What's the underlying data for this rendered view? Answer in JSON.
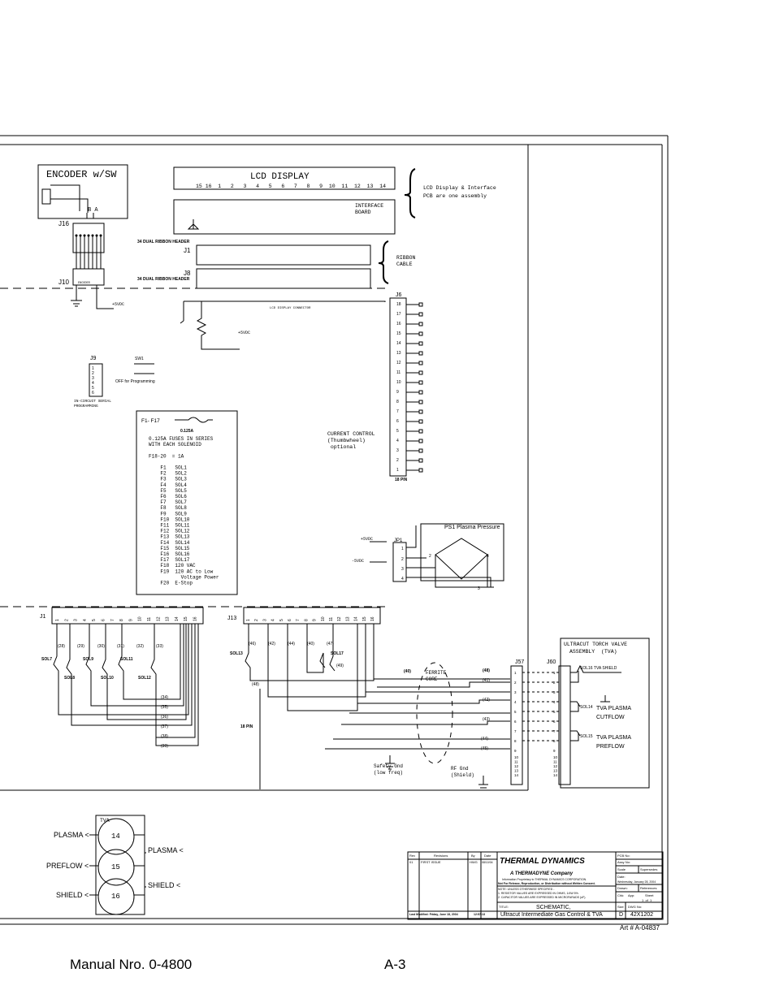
{
  "encoder": {
    "title": "ENCODER w/SW",
    "pins": "B A",
    "j16": "J16",
    "j10": "J10",
    "sublabel": "ENCODER",
    "supply": "+5VDC"
  },
  "lcd": {
    "title": "LCD DISPLAY",
    "pin_row": "15 16  1   2   3   4   5   6   7   8   9  10  11  12  13  14",
    "interface": [
      "INTERFACE",
      "BOARD"
    ],
    "note": [
      "LCD Display & Interface",
      "PCB are one assembly"
    ],
    "ribbon": [
      "RIBBON",
      "CABLE"
    ],
    "header1": "34 DUAL RIBBON HEADER",
    "header2": "34 DUAL RIBBON HEADER",
    "j1": "J1",
    "j8": "J8",
    "connector": "LCD DISPLAY CONNECTOR",
    "supply": "+5VDC"
  },
  "j9": {
    "label": "J9",
    "pins": [
      "1",
      "2",
      "3",
      "4",
      "5",
      "6"
    ],
    "note": [
      "IN-CIRCUIT SERIAL",
      "PROGRAMMING"
    ]
  },
  "sw1": {
    "label": "SW1",
    "note": "OFF for Programming"
  },
  "fuses": {
    "title": "F1- F17",
    "rating": "0.125A",
    "lines": [
      "0.125A FUSES IN SERIES",
      "WITH EACH SOLENOID",
      "",
      "F18-20  = 1A",
      "",
      "    F1   SOL1",
      "    F2   SOL2",
      "    F3   SOL3",
      "    F4   SOL4",
      "    F5   SOL5",
      "    F6   SOL6",
      "    F7   SOL7",
      "    F8   SOL8",
      "    F9   SOL9",
      "    F10  SOL10",
      "    F11  SOL11",
      "    F12  SOL12",
      "    F13  SOL13",
      "    F14  SOL14",
      "    F15  SOL15",
      "    F16  SOL16",
      "    F17  SOL17",
      "    F18  120 VAC",
      "    F19  120 AC to Low",
      "           Voltage Power",
      "    F20  E-Stop"
    ]
  },
  "current_control": [
    "CURRENT CONTROL",
    "(Thumbwheel)",
    " optional"
  ],
  "j6": {
    "label": "J6",
    "pins": [
      "18",
      "17",
      "16",
      "15",
      "14",
      "13",
      "12",
      "11",
      "10",
      "9",
      "8",
      "7",
      "6",
      "5",
      "4",
      "3",
      "2",
      "1"
    ],
    "note": "18 PIN"
  },
  "ps1": {
    "label": "PS1  Plasma Pressure",
    "jp1": "JP1",
    "pins": [
      "1",
      "2",
      "3",
      "4"
    ],
    "plus": "+5VDC",
    "minus": "-5VDC",
    "bridge_pins": [
      "2",
      "4",
      "3"
    ]
  },
  "j1_bottom": {
    "label": "J1",
    "pins": [
      "1",
      "2",
      "3",
      "4",
      "5",
      "6",
      "7",
      "8",
      "9",
      "10",
      "11",
      "12",
      "13",
      "14",
      "15",
      "16"
    ]
  },
  "j13": {
    "label": "J13",
    "pins": [
      "1",
      "2",
      "3",
      "4",
      "5",
      "6",
      "7",
      "8",
      "9",
      "10",
      "11",
      "12",
      "13",
      "14",
      "15",
      "16"
    ],
    "note": "18 PIN"
  },
  "solenoids": [
    "SOL7",
    "SOL8",
    "SOL9",
    "SOL10",
    "SOL11",
    "SOL12",
    "SOL13",
    "SOL17"
  ],
  "wires_top": [
    "(28)",
    "(29)",
    "(30)",
    "(31)",
    "(32)",
    "(33)"
  ],
  "wires_j13": [
    "(46)",
    "(42)",
    "(44)",
    "(40)",
    "(47)"
  ],
  "wires_misc": [
    "(49)",
    "(48)"
  ],
  "wires_bottom": [
    "(34)",
    "(35)",
    "(36)",
    "(37)",
    "(38)",
    "(39)"
  ],
  "j57": {
    "label": "J57",
    "pins": [
      "1",
      "2",
      "3",
      "4",
      "5",
      "6",
      "7",
      "8",
      "9",
      "10",
      "11",
      "12",
      "13",
      "14"
    ],
    "wires": [
      "(40)",
      "(48)",
      "(41)",
      "(42)",
      "(43)",
      "(44)",
      "(45)"
    ]
  },
  "j60": {
    "label": "J60",
    "pins": [
      "1",
      "2",
      "3",
      "4",
      "5",
      "6",
      "7",
      "8",
      "9",
      "10",
      "11",
      "12",
      "13",
      "14"
    ]
  },
  "tva": {
    "title": [
      "ULTRACUT TORCH VALVE",
      "ASSEMBLY  (TVA)"
    ],
    "sol16": "SOL16  TVA  SHIELD",
    "sol14": "SOL14",
    "plasma": [
      "TVA PLASMA",
      "CUTFLOW"
    ],
    "sol15": "SOL15",
    "preflow": [
      "TVA PLASMA",
      "PREFLOW"
    ]
  },
  "ferrite": [
    "FERRITE",
    "CORE"
  ],
  "safety_gnd": [
    "Safety Gnd",
    "(low freq)"
  ],
  "rf_gnd": [
    "RF Gnd",
    "(Shield)"
  ],
  "tva_box": {
    "title": "TVA",
    "nums": [
      "14",
      "15",
      "16"
    ],
    "left": [
      "PLASMA <",
      "PREFLOW <",
      "SHIELD <"
    ],
    "right": [
      "PLASMA <",
      "SHIELD <"
    ]
  },
  "title_block": {
    "company": "THERMAL DYNAMICS",
    "sub": "A THERMADYNE  Company",
    "rev_headers": [
      "Rev",
      "Revisions",
      "By",
      "Date"
    ],
    "rev_row": [
      "01",
      "FIRST ISSUE",
      "HWG",
      "08/10/04"
    ],
    "notice": [
      "Information Proprietary to THERMAL DYNAMICS CORPORATION.",
      "Not For Release, Reproduction, or Distribution without Written Consent."
    ],
    "notes": [
      "NOTE: UNLESS OTHERWISE SPECIFIED -",
      "1. RESISTOR VALUES ARE EXPRESSED IN OHMS, 1/4W 5%.",
      "2. CAPACITOR VALUES ARE EXPRESSED IN MICROFARADS (uF)."
    ],
    "fields": [
      "PCB No:",
      "Assy No:",
      "Scale",
      "Supersedes",
      "Date:",
      "Wednesday, January 28, 2004",
      "Drawn:",
      "References",
      "Chk:",
      "App:",
      "Sheet",
      "1  of  1"
    ],
    "title_label": "TITLE:",
    "title": [
      "SCHEMATIC,",
      "Ultracut Intermediate Gas Control & TVA"
    ],
    "size_label": "Size",
    "size": "D",
    "dwg_label": "DWG No:",
    "dwg": "42X1202",
    "last_modified": "Last Modified:  Friday, June 18, 2004",
    "time": "12:57:13"
  },
  "art": "Art # A-04837",
  "footer": {
    "manual": "Manual Nro.  0-4800",
    "page": "A-3"
  }
}
